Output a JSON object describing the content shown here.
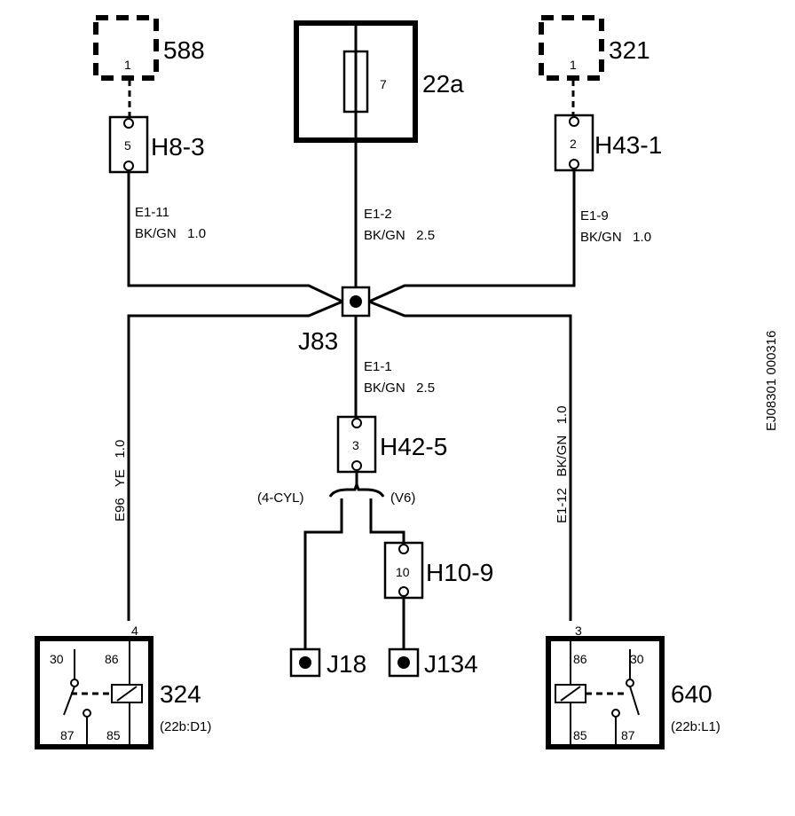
{
  "diagram": {
    "component_588": {
      "label": "588",
      "pin": "1"
    },
    "component_321": {
      "label": "321",
      "pin": "1"
    },
    "fuse_box": {
      "label": "22a",
      "fuse_number": "7"
    },
    "connector_h8_3": {
      "label": "H8-3",
      "pin": "5"
    },
    "connector_h43_1": {
      "label": "H43-1",
      "pin": "2"
    },
    "connector_h42_5": {
      "label": "H42-5",
      "pin": "3"
    },
    "connector_h10_9": {
      "label": "H10-9",
      "pin": "10"
    },
    "wire_e1_11": {
      "id": "E1-11",
      "color_size": "BK/GN   1.0"
    },
    "wire_e1_2": {
      "id": "E1-2",
      "color_size": "BK/GN   2.5"
    },
    "wire_e1_9": {
      "id": "E1-9",
      "color_size": "BK/GN   1.0"
    },
    "wire_e1_1": {
      "id": "E1-1",
      "color_size": "BK/GN   2.5"
    },
    "wire_e96": {
      "text": "E96   YE   1.0"
    },
    "wire_e1_12": {
      "text": "E1-12   BK/GN   1.0"
    },
    "splice_j83": {
      "label": "J83"
    },
    "variant_left": {
      "label": "(4-CYL)"
    },
    "variant_right": {
      "label": "(V6)"
    },
    "ground_j18": {
      "label": "J18"
    },
    "ground_j134": {
      "label": "J134"
    },
    "relay_324": {
      "label": "324",
      "location": "(22b:D1)",
      "terminal_in": "4",
      "pins": {
        "p30": "30",
        "p86": "86",
        "p87": "87",
        "p85": "85"
      }
    },
    "relay_640": {
      "label": "640",
      "location": "(22b:L1)",
      "terminal_in": "3",
      "pins": {
        "p86": "86",
        "p30": "30",
        "p85": "85",
        "p87": "87"
      }
    },
    "drawing_code": "EJ08301 000316"
  }
}
